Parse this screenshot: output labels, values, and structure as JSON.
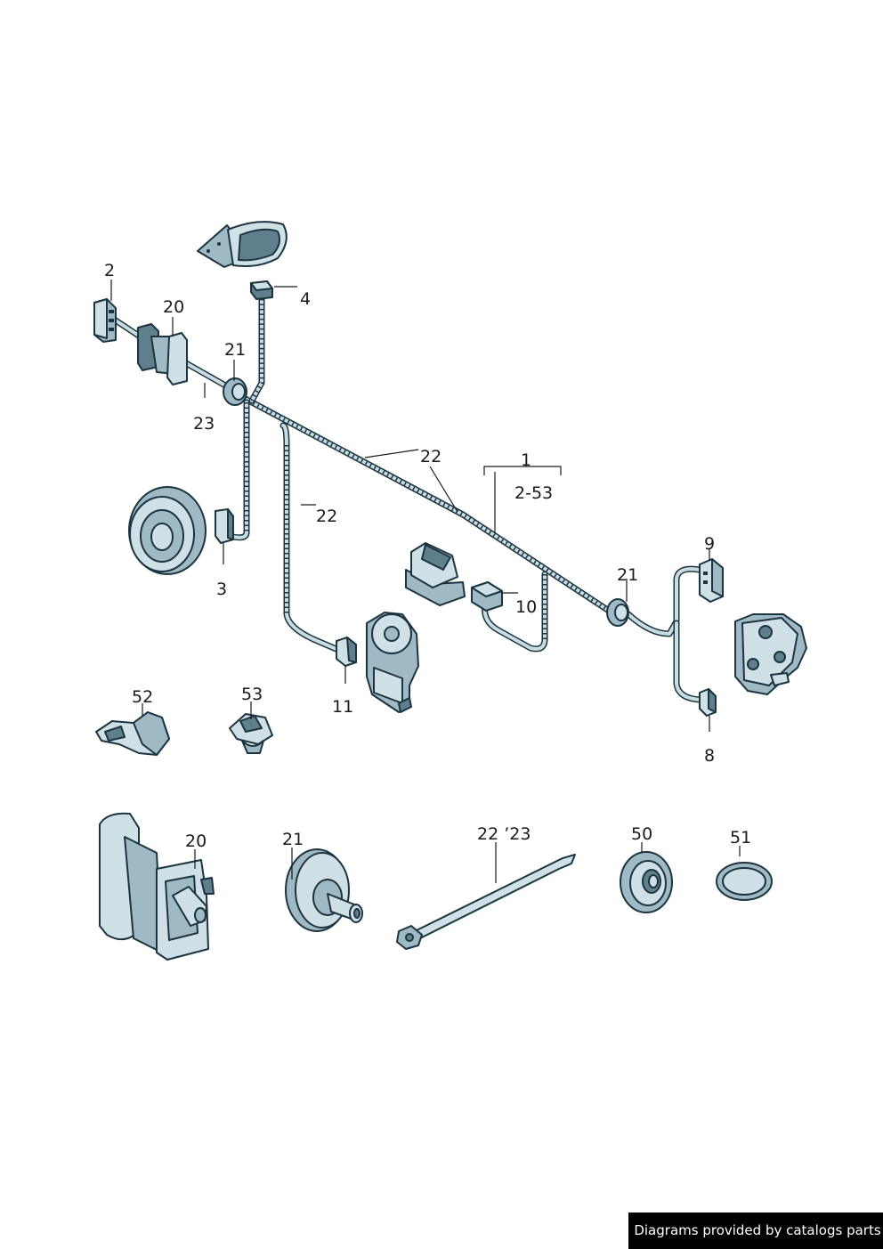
{
  "callouts": {
    "c1": "1",
    "c1_range": "2-53",
    "c2": "2",
    "c3": "3",
    "c4": "4",
    "c8": "8",
    "c9": "9",
    "c10": "10",
    "c11": "11",
    "c20_top": "20",
    "c21_top_left": "21",
    "c21_top_right": "21",
    "c22_upper": "22",
    "c22_lower": "22",
    "c23_top": "23",
    "c52": "52",
    "c53": "53",
    "c20_bottom": "20",
    "c21_bottom": "21",
    "c22_23_bottom": "22 ’23",
    "c50": "50",
    "c51": "51"
  },
  "credit": "Diagrams provided by catalogs parts",
  "colors": {
    "part_fill": "#cfe0e6",
    "part_mid": "#9fbac4",
    "part_dark": "#5f7f8c",
    "outline": "#1c3440",
    "credit_bg": "#000000"
  }
}
